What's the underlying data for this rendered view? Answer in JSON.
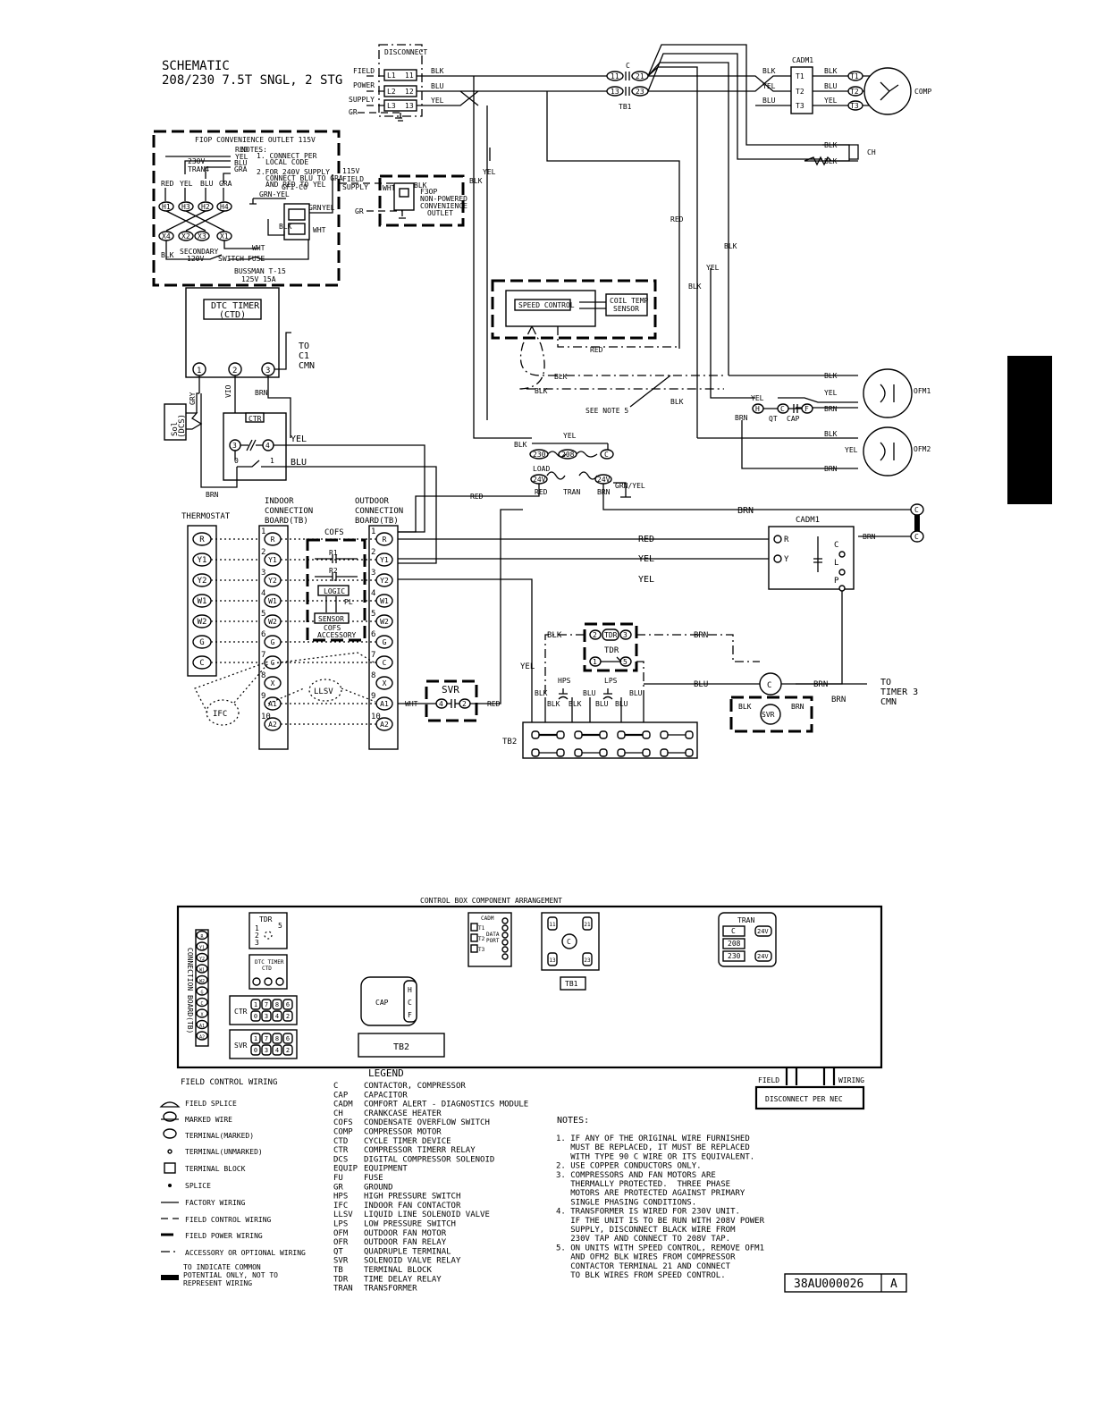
{
  "title": "SCHEMATIC",
  "subtitle": "208/230 7.5T SNGL, 2 STG",
  "disconnect": {
    "label": "DISCONNECT",
    "field": "FIELD",
    "power": "POWER",
    "supply": "SUPPLY",
    "gr": "GR",
    "terms": [
      "L1",
      "L2",
      "L3"
    ],
    "outs": [
      "11",
      "12",
      "13"
    ]
  },
  "wire_colors": {
    "blk": "BLK",
    "blu": "BLU",
    "yel": "YEL",
    "red": "RED",
    "brn": "BRN",
    "wht": "WHT",
    "gra": "GRA",
    "grn_yel": "GRN-YEL",
    "grn": "GRN",
    "gry": "GRY",
    "vio": "VIO",
    "grnyel": "GRN/YEL"
  },
  "contactor": {
    "label": "C",
    "tb1": "TB1",
    "terms_left": [
      "11",
      "13"
    ],
    "terms_right": [
      "21",
      "23"
    ]
  },
  "cadm_top": {
    "label": "CADM1",
    "terms": [
      "T1",
      "T2",
      "T3"
    ]
  },
  "comp": {
    "label": "COMP",
    "terms": [
      "T1",
      "T2",
      "T3"
    ]
  },
  "ch_label": "CH",
  "fiop": {
    "title": "FIOP CONVENIENCE OUTLET 115V",
    "notes": [
      "NOTES:",
      "1. CONNECT PER",
      "LOCAL CODE",
      "2.FOR 240V SUPPLY",
      "CONNECT BLU TO GRA",
      "AND RED TO YEL"
    ],
    "v230": "230V",
    "tran4": "TRAN4",
    "h_terms": [
      "H1",
      "H3",
      "H2",
      "H4"
    ],
    "x_terms": [
      "X4",
      "X2",
      "X3",
      "X1"
    ],
    "gfi": "GFI-CO",
    "secondary": "SECONDARY",
    "v120": "120V",
    "switch": "SWITCH",
    "fuse": "FUSE",
    "bussman": "BUSSMAN T-15",
    "rating": "125V 15A"
  },
  "f3op": {
    "field115": "115V",
    "field": "FIELD",
    "supply": "SUPPLY",
    "gr": "GR",
    "label": [
      "F3OP",
      "NON-POWERED",
      "CONVENIENCE",
      "OUTLET"
    ],
    "wht": "WHT"
  },
  "dtc": {
    "label": "DTC TIMER",
    "sub": "(CTD)",
    "terms": [
      "1",
      "2",
      "3"
    ],
    "to": [
      "TO",
      "C1",
      "CMN"
    ]
  },
  "sol": {
    "label": "Sol",
    "sub": "(DCS)"
  },
  "ctr": {
    "label": "CTR",
    "terms": [
      "3",
      "4"
    ],
    "zero": "0",
    "one": "1"
  },
  "speed": {
    "speed_control": "SPEED CONTROL",
    "coil": [
      "COIL TEMP",
      "SENSOR"
    ],
    "see_note": "SEE NOTE 5"
  },
  "ofm": {
    "ofm1": "OFM1",
    "ofm2": "OFM2",
    "qt": "QT",
    "cap": "CAP",
    "h": "H",
    "c": "C",
    "f": "F"
  },
  "tran": {
    "t230": "230",
    "t208": "208",
    "load": "LOAD",
    "v24": "24V",
    "tran": "TRAN",
    "c": "C"
  },
  "thermostat": {
    "label": "THERMOSTAT",
    "terms": [
      "R",
      "Y1",
      "Y2",
      "W1",
      "W2",
      "G",
      "C"
    ]
  },
  "indoor": {
    "label": [
      "INDOOR",
      "CONNECTION",
      "BOARD(TB)"
    ],
    "terms": [
      "R",
      "Y1",
      "Y2",
      "W1",
      "W2",
      "G",
      "C",
      "X",
      "A1",
      "A2"
    ],
    "nums": [
      "1",
      "2",
      "3",
      "4",
      "5",
      "6",
      "7",
      "8",
      "9",
      "10"
    ]
  },
  "outdoor": {
    "label": [
      "OUTDOOR",
      "CONNECTION",
      "BOARD(TB)"
    ],
    "terms": [
      "R",
      "Y1",
      "Y2",
      "W1",
      "W2",
      "G",
      "C",
      "X",
      "A1",
      "A2"
    ],
    "nums": [
      "1",
      "2",
      "3",
      "4",
      "5",
      "6",
      "7",
      "8",
      "9",
      "10"
    ]
  },
  "cofs": {
    "label": "COFS",
    "r1": "R1",
    "r2": "R2",
    "logic": "LOGIC",
    "sensor": "SENSOR",
    "pl": "PL",
    "acc": [
      "COFS",
      "ACCESSORY"
    ]
  },
  "ifc": "IFC",
  "llsv": "LLSV",
  "svr": {
    "label": "SVR",
    "terms": [
      "4",
      "2"
    ]
  },
  "cadm_low": {
    "label": "CADM1",
    "r": "R",
    "y": "Y",
    "c": "C",
    "l": "L",
    "p": "P"
  },
  "tdr": {
    "label": "TDR",
    "terms": [
      "2",
      "3",
      "1",
      "5"
    ]
  },
  "hps": "HPS",
  "lps": "LPS",
  "tb2": "TB2",
  "to_timer": [
    "TO",
    "TIMER 3",
    "CMN"
  ],
  "arrangement": {
    "title": "CONTROL BOX COMPONENT ARRANGEMENT",
    "tdr": "TDR",
    "tdr_nums": [
      "1",
      "2",
      "3",
      "5"
    ],
    "dtc": [
      "DTC TIMER",
      "CTD"
    ],
    "dtc_terms": [
      "1",
      "2",
      "3"
    ],
    "conn": "CONNECTION BOARD(TB)",
    "conn_terms": [
      "R",
      "Y1",
      "Y2",
      "W1",
      "W2",
      "G",
      "C",
      "X",
      "A1",
      "A2"
    ],
    "ctr": "CTR",
    "svr": "SVR",
    "relay_terms": [
      "1",
      "7",
      "8",
      "6",
      "0",
      "3",
      "4",
      "2"
    ],
    "cadm": "CADM",
    "cadm_terms": [
      "T1",
      "T2",
      "T3"
    ],
    "data_port": [
      "DATA",
      "PORT"
    ],
    "contactor": [
      "11",
      "21",
      "13",
      "23"
    ],
    "contactor_c": "C",
    "tb1": "TB1",
    "tran": "TRAN",
    "tran_terms": [
      "C",
      "208",
      "230"
    ],
    "v24": "24V",
    "cap": "CAP",
    "cap_terms": [
      "H",
      "C",
      "F"
    ],
    "tb2": "TB2",
    "field": "FIELD",
    "wiring": "WIRING",
    "disconnect": "DISCONNECT PER NEC"
  },
  "legend": {
    "title": "LEGEND",
    "symbols": [
      "FIELD CONTROL WIRING",
      "FIELD SPLICE",
      "MARKED WIRE",
      "TERMINAL(MARKED)",
      "TERMINAL(UNMARKED)",
      "TERMINAL BLOCK",
      "SPLICE",
      "FACTORY WIRING",
      "FIELD CONTROL WIRING",
      "FIELD POWER WIRING",
      "ACCESSORY OR OPTIONAL WIRING",
      "TO INDICATE COMMON POTENTIAL ONLY, NOT TO REPRESENT WIRING"
    ],
    "abbr": [
      [
        "C",
        "CONTACTOR, COMPRESSOR"
      ],
      [
        "CAP",
        "CAPACITOR"
      ],
      [
        "CADM",
        "COMFORT ALERT - DIAGNOSTICS MODULE"
      ],
      [
        "CH",
        "CRANKCASE HEATER"
      ],
      [
        "COFS",
        "CONDENSATE OVERFLOW SWITCH"
      ],
      [
        "COMP",
        "COMPRESSOR MOTOR"
      ],
      [
        "CTD",
        "CYCLE TIMER DEVICE"
      ],
      [
        "CTR",
        "COMPRESSOR TIMERR RELAY"
      ],
      [
        "DCS",
        "DIGITAL COMPRESSOR SOLENOID"
      ],
      [
        "EQUIP",
        "EQUIPMENT"
      ],
      [
        "FU",
        "FUSE"
      ],
      [
        "GR",
        "GROUND"
      ],
      [
        "HPS",
        "HIGH PRESSURE SWITCH"
      ],
      [
        "IFC",
        "INDOOR FAN CONTACTOR"
      ],
      [
        "LLSV",
        "LIQUID LINE SOLENOID VALVE"
      ],
      [
        "LPS",
        "LOW PRESSURE SWITCH"
      ],
      [
        "OFM",
        "OUTDOOR FAN MOTOR"
      ],
      [
        "OFR",
        "OUTDOOR FAN RELAY"
      ],
      [
        "QT",
        "QUADRUPLE TERMINAL"
      ],
      [
        "SVR",
        "SOLENOID VALVE RELAY"
      ],
      [
        "TB",
        "TERMINAL BLOCK"
      ],
      [
        "TDR",
        "TIME DELAY RELAY"
      ],
      [
        "TRAN",
        "TRANSFORMER"
      ]
    ]
  },
  "notes": {
    "title": "NOTES:",
    "lines": [
      "1. IF ANY OF THE ORIGINAL WIRE FURNISHED",
      "   MUST BE REPLACED, IT MUST BE REPLACED",
      "   WITH TYPE 90 C WIRE OR ITS EQUIVALENT.",
      "2. USE COPPER CONDUCTORS ONLY.",
      "3. COMPRESSORS AND FAN MOTORS ARE",
      "   THERMALLY PROTECTED.  THREE PHASE",
      "   MOTORS ARE PROTECTED AGAINST PRIMARY",
      "   SINGLE PHASING CONDITIONS.",
      "4. TRANSFORMER IS WIRED FOR 230V UNIT.",
      "   IF THE UNIT IS TO BE RUN WITH 208V POWER",
      "   SUPPLY, DISCONNECT BLACK WIRE FROM",
      "   230V TAP AND CONNECT TO 208V TAP.",
      "5. ON UNITS WITH SPEED CONTROL, REMOVE OFM1",
      "   AND OFM2 BLK WIRES FROM COMPRESSOR",
      "   CONTACTOR TERMINAL 21 AND CONNECT",
      "   TO BLK WIRES FROM SPEED CONTROL."
    ]
  },
  "drawing_number": "38AU000026",
  "revision": "A"
}
